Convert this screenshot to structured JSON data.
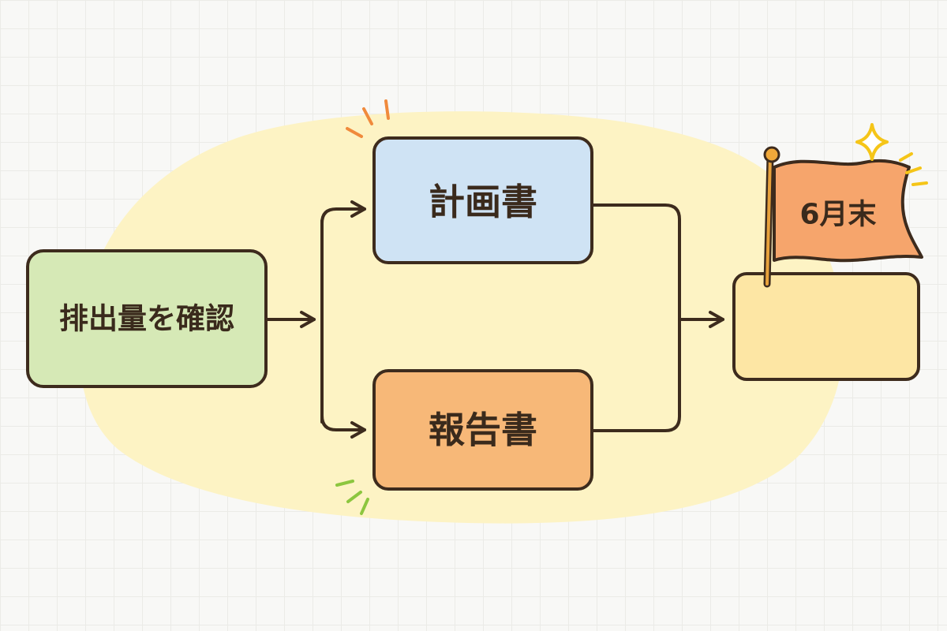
{
  "diagram": {
    "nodes": {
      "source": {
        "label": "排出量を確認",
        "fill": "#d6e9b6"
      },
      "plan": {
        "label": "計画書",
        "fill": "#cfe3f4"
      },
      "report": {
        "label": "報告書",
        "fill": "#f7b878"
      },
      "goal": {
        "label": "",
        "fill": "#fde6a4"
      }
    },
    "deadline_flag": {
      "label": "6月末",
      "fill": "#f6a56c"
    },
    "colors": {
      "outline": "#3d2b1d",
      "background_blob": "#fdf3c4",
      "spark_orange": "#f08a3c",
      "spark_green": "#8cc63f",
      "spark_yellow": "#f5c518"
    },
    "edges": [
      {
        "from": "source",
        "to": "plan"
      },
      {
        "from": "source",
        "to": "report"
      },
      {
        "from": "plan",
        "to": "goal"
      },
      {
        "from": "report",
        "to": "goal"
      }
    ]
  }
}
